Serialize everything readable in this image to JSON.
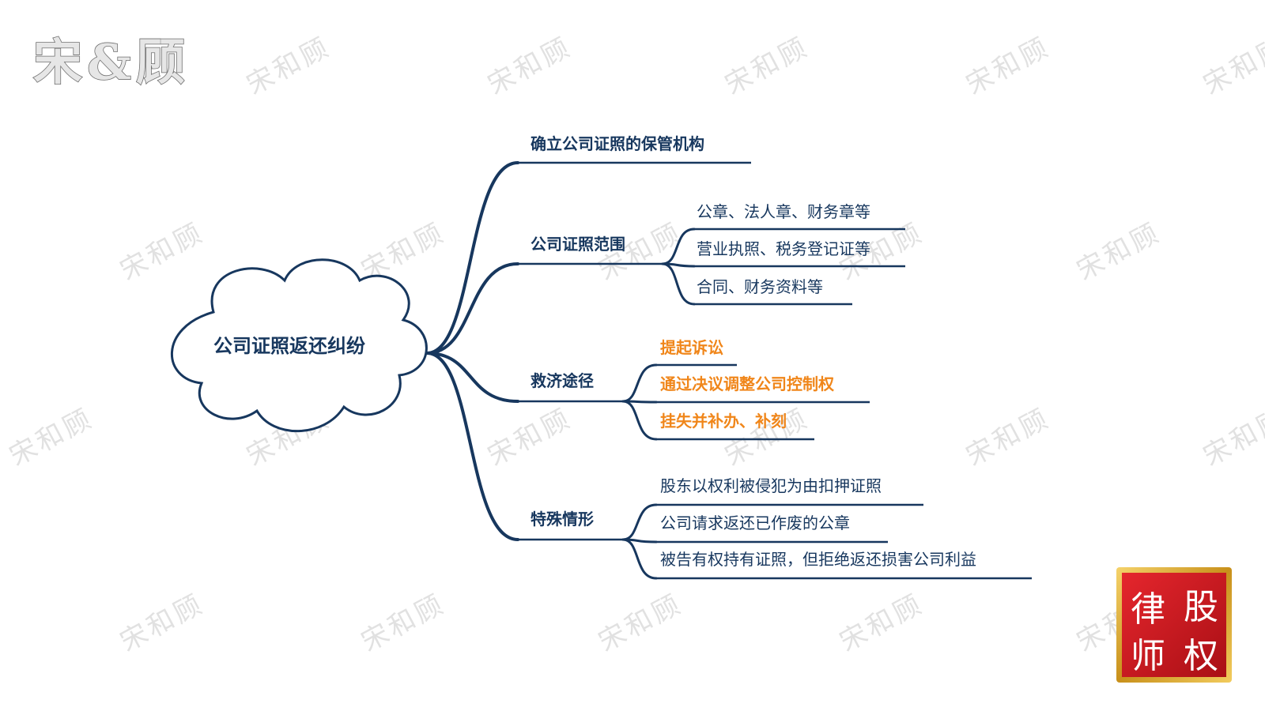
{
  "brand": {
    "logo_text": "宋&顾",
    "watermark": "宋和顾"
  },
  "mindmap": {
    "center": "公司证照返还纠纷",
    "branches": [
      {
        "label": "确立公司证照的保管机构",
        "children": []
      },
      {
        "label": "公司证照范围",
        "children": [
          {
            "label": "公章、法人章、财务章等",
            "highlight": false
          },
          {
            "label": "营业执照、税务登记证等",
            "highlight": false
          },
          {
            "label": "合同、财务资料等",
            "highlight": false
          }
        ]
      },
      {
        "label": "救济途径",
        "children": [
          {
            "label": "提起诉讼",
            "highlight": true
          },
          {
            "label": "通过决议调整公司控制权",
            "highlight": true
          },
          {
            "label": "挂失并补办、补刻",
            "highlight": true
          }
        ]
      },
      {
        "label": "特殊情形",
        "children": [
          {
            "label": "股东以权利被侵犯为由扣押证照",
            "highlight": false
          },
          {
            "label": "公司请求返还已作废的公章",
            "highlight": false
          },
          {
            "label": "被告有权持有证照，但拒绝返还损害公司利益",
            "highlight": false
          }
        ]
      }
    ]
  },
  "seal": {
    "chars": [
      "股",
      "律",
      "权",
      "师"
    ]
  },
  "colors": {
    "line": "#17375e",
    "text": "#17375e",
    "highlight": "#f0861a",
    "seal": "#c8141b",
    "seal_frame": "#d4a017"
  }
}
